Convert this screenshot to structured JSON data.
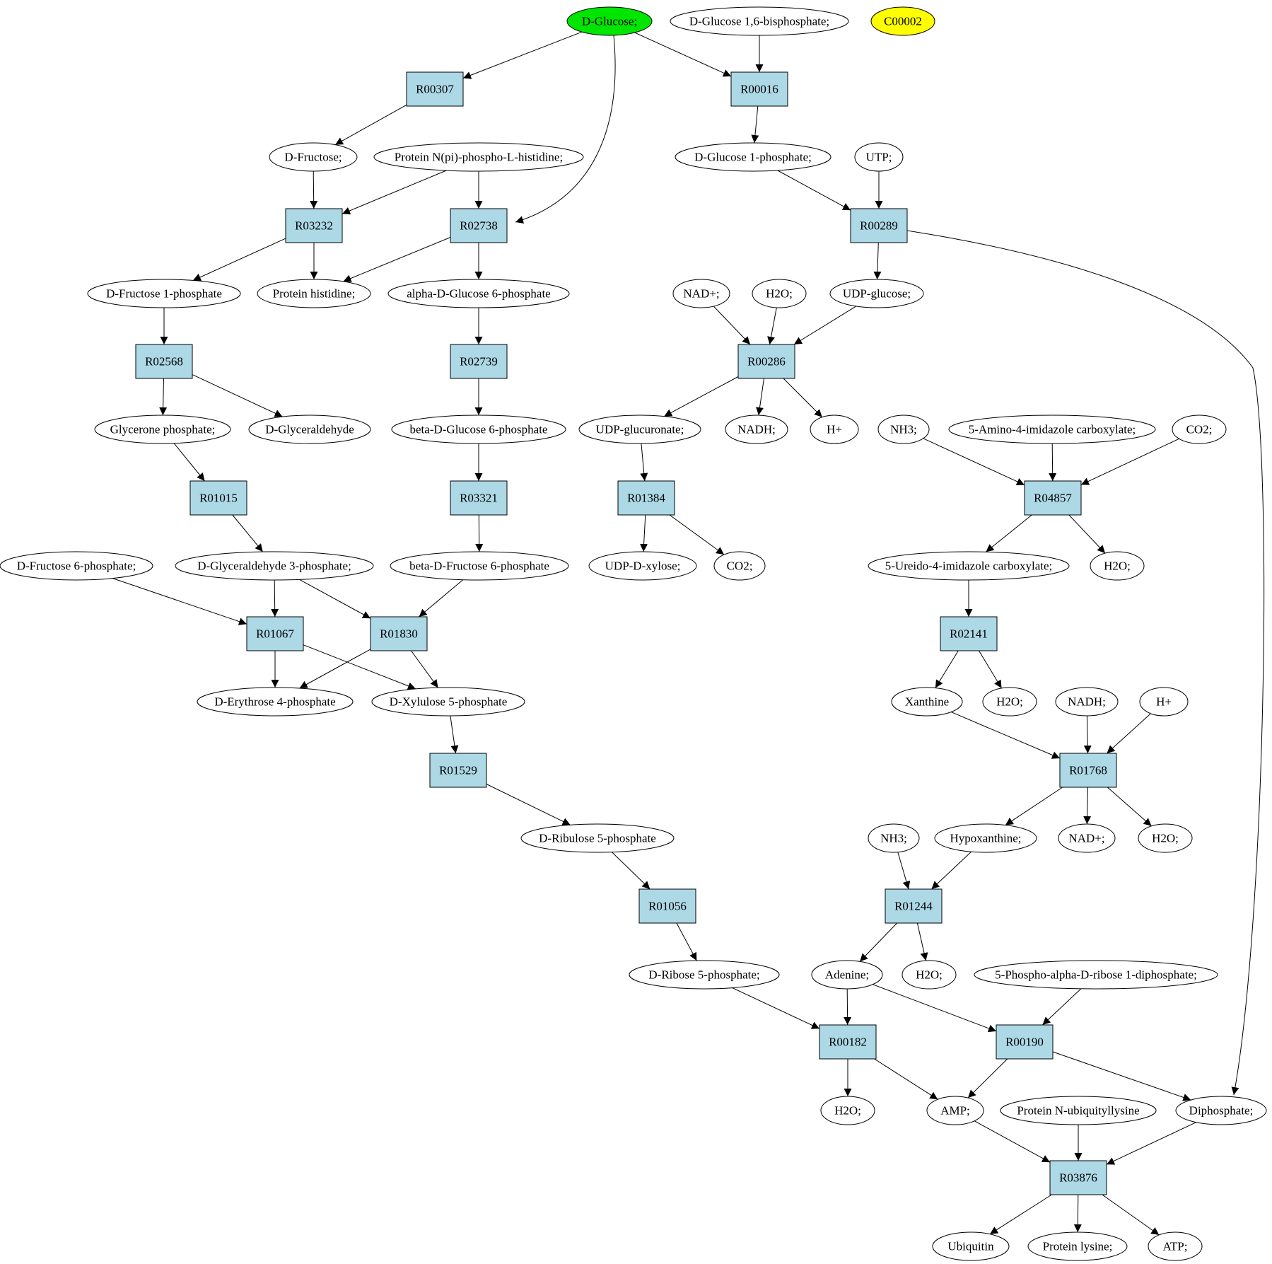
{
  "metabolites": [
    {
      "id": "m_glucose",
      "label": "D-Glucose;",
      "kind": "start"
    },
    {
      "id": "m_g16bp",
      "label": "D-Glucose 1,6-bisphosphate;"
    },
    {
      "id": "m_c00002",
      "label": "C00002",
      "kind": "target"
    },
    {
      "id": "m_fructose",
      "label": "D-Fructose;"
    },
    {
      "id": "m_protnpi",
      "label": "Protein N(pi)-phospho-L-histidine;"
    },
    {
      "id": "m_g1p",
      "label": "D-Glucose 1-phosphate;"
    },
    {
      "id": "m_utp",
      "label": "UTP;"
    },
    {
      "id": "m_f1p",
      "label": "D-Fructose 1-phosphate"
    },
    {
      "id": "m_prothis",
      "label": "Protein histidine;"
    },
    {
      "id": "m_ag6p",
      "label": "alpha-D-Glucose 6-phosphate"
    },
    {
      "id": "m_nad1",
      "label": "NAD+;"
    },
    {
      "id": "m_h2o1",
      "label": "H2O;"
    },
    {
      "id": "m_udpglc",
      "label": "UDP-glucose;"
    },
    {
      "id": "m_glyp",
      "label": "Glycerone phosphate;"
    },
    {
      "id": "m_dglyald",
      "label": "D-Glyceraldehyde"
    },
    {
      "id": "m_bg6p",
      "label": "beta-D-Glucose 6-phosphate"
    },
    {
      "id": "m_udpgluc",
      "label": "UDP-glucuronate;"
    },
    {
      "id": "m_nadh1",
      "label": "NADH;"
    },
    {
      "id": "m_h1",
      "label": "H+"
    },
    {
      "id": "m_nh3a",
      "label": "NH3;"
    },
    {
      "id": "m_aic",
      "label": "5-Amino-4-imidazole carboxylate;"
    },
    {
      "id": "m_co2a",
      "label": "CO2;"
    },
    {
      "id": "m_f6p",
      "label": "D-Fructose 6-phosphate;"
    },
    {
      "id": "m_g3p",
      "label": "D-Glyceraldehyde 3-phosphate;"
    },
    {
      "id": "m_bf6p",
      "label": "beta-D-Fructose 6-phosphate"
    },
    {
      "id": "m_udpxyl",
      "label": "UDP-D-xylose;"
    },
    {
      "id": "m_co2b",
      "label": "CO2;"
    },
    {
      "id": "m_uic",
      "label": "5-Ureido-4-imidazole carboxylate;"
    },
    {
      "id": "m_h2o2",
      "label": "H2O;"
    },
    {
      "id": "m_e4p",
      "label": "D-Erythrose 4-phosphate"
    },
    {
      "id": "m_x5p",
      "label": "D-Xylulose 5-phosphate"
    },
    {
      "id": "m_xanth",
      "label": "Xanthine"
    },
    {
      "id": "m_h2o3",
      "label": "H2O;"
    },
    {
      "id": "m_nadh2",
      "label": "NADH;"
    },
    {
      "id": "m_h2",
      "label": "H+"
    },
    {
      "id": "m_ru5p",
      "label": "D-Ribulose 5-phosphate"
    },
    {
      "id": "m_nh3b",
      "label": "NH3;"
    },
    {
      "id": "m_hypox",
      "label": "Hypoxanthine;"
    },
    {
      "id": "m_nad2",
      "label": "NAD+;"
    },
    {
      "id": "m_h2o4",
      "label": "H2O;"
    },
    {
      "id": "m_r5p",
      "label": "D-Ribose 5-phosphate;"
    },
    {
      "id": "m_aden",
      "label": "Adenine;"
    },
    {
      "id": "m_h2o5",
      "label": "H2O;"
    },
    {
      "id": "m_prpp",
      "label": "5-Phospho-alpha-D-ribose 1-diphosphate;"
    },
    {
      "id": "m_h2o6",
      "label": "H2O;"
    },
    {
      "id": "m_amp",
      "label": "AMP;"
    },
    {
      "id": "m_protnub",
      "label": "Protein N-ubiquityllysine"
    },
    {
      "id": "m_dip",
      "label": "Diphosphate;"
    },
    {
      "id": "m_ubiq",
      "label": "Ubiquitin"
    },
    {
      "id": "m_protlys",
      "label": "Protein lysine;"
    },
    {
      "id": "m_atp",
      "label": "ATP;"
    }
  ],
  "reactions": [
    {
      "id": "r_R00307",
      "label": "R00307"
    },
    {
      "id": "r_R00016",
      "label": "R00016"
    },
    {
      "id": "r_R03232",
      "label": "R03232"
    },
    {
      "id": "r_R02738",
      "label": "R02738"
    },
    {
      "id": "r_R00289",
      "label": "R00289"
    },
    {
      "id": "r_R02568",
      "label": "R02568"
    },
    {
      "id": "r_R02739",
      "label": "R02739"
    },
    {
      "id": "r_R00286",
      "label": "R00286"
    },
    {
      "id": "r_R01015",
      "label": "R01015"
    },
    {
      "id": "r_R03321",
      "label": "R03321"
    },
    {
      "id": "r_R01384",
      "label": "R01384"
    },
    {
      "id": "r_R04857",
      "label": "R04857"
    },
    {
      "id": "r_R01067",
      "label": "R01067"
    },
    {
      "id": "r_R01830",
      "label": "R01830"
    },
    {
      "id": "r_R02141",
      "label": "R02141"
    },
    {
      "id": "r_R01529",
      "label": "R01529"
    },
    {
      "id": "r_R01768",
      "label": "R01768"
    },
    {
      "id": "r_R01056",
      "label": "R01056"
    },
    {
      "id": "r_R01244",
      "label": "R01244"
    },
    {
      "id": "r_R00182",
      "label": "R00182"
    },
    {
      "id": "r_R00190",
      "label": "R00190"
    },
    {
      "id": "r_R03876",
      "label": "R03876"
    }
  ],
  "edges": [
    [
      "m_glucose",
      "r_R00307"
    ],
    [
      "m_glucose",
      "r_R00016"
    ],
    [
      "m_glucose",
      "r_R02738"
    ],
    [
      "m_g16bp",
      "r_R00016"
    ],
    [
      "r_R00307",
      "m_fructose"
    ],
    [
      "r_R00016",
      "m_g1p"
    ],
    [
      "m_fructose",
      "r_R03232"
    ],
    [
      "m_protnpi",
      "r_R03232"
    ],
    [
      "m_protnpi",
      "r_R02738"
    ],
    [
      "m_g1p",
      "r_R00289"
    ],
    [
      "m_utp",
      "r_R00289"
    ],
    [
      "r_R03232",
      "m_f1p"
    ],
    [
      "r_R03232",
      "m_prothis"
    ],
    [
      "r_R02738",
      "m_prothis"
    ],
    [
      "r_R02738",
      "m_ag6p"
    ],
    [
      "r_R00289",
      "m_udpglc"
    ],
    [
      "r_R00289",
      "m_dip"
    ],
    [
      "m_f1p",
      "r_R02568"
    ],
    [
      "m_ag6p",
      "r_R02739"
    ],
    [
      "m_nad1",
      "r_R00286"
    ],
    [
      "m_h2o1",
      "r_R00286"
    ],
    [
      "m_udpglc",
      "r_R00286"
    ],
    [
      "r_R02568",
      "m_glyp"
    ],
    [
      "r_R02568",
      "m_dglyald"
    ],
    [
      "r_R02739",
      "m_bg6p"
    ],
    [
      "r_R00286",
      "m_udpgluc"
    ],
    [
      "r_R00286",
      "m_nadh1"
    ],
    [
      "r_R00286",
      "m_h1"
    ],
    [
      "m_glyp",
      "r_R01015"
    ],
    [
      "m_bg6p",
      "r_R03321"
    ],
    [
      "m_udpgluc",
      "r_R01384"
    ],
    [
      "m_nh3a",
      "r_R04857"
    ],
    [
      "m_aic",
      "r_R04857"
    ],
    [
      "m_co2a",
      "r_R04857"
    ],
    [
      "r_R01015",
      "m_g3p"
    ],
    [
      "r_R03321",
      "m_bf6p"
    ],
    [
      "r_R01384",
      "m_udpxyl"
    ],
    [
      "r_R01384",
      "m_co2b"
    ],
    [
      "r_R04857",
      "m_uic"
    ],
    [
      "r_R04857",
      "m_h2o2"
    ],
    [
      "m_f6p",
      "r_R01067"
    ],
    [
      "m_g3p",
      "r_R01067"
    ],
    [
      "m_g3p",
      "r_R01830"
    ],
    [
      "m_bf6p",
      "r_R01830"
    ],
    [
      "m_uic",
      "r_R02141"
    ],
    [
      "r_R01067",
      "m_e4p"
    ],
    [
      "r_R01067",
      "m_x5p"
    ],
    [
      "r_R01830",
      "m_e4p"
    ],
    [
      "r_R01830",
      "m_x5p"
    ],
    [
      "r_R02141",
      "m_xanth"
    ],
    [
      "r_R02141",
      "m_h2o3"
    ],
    [
      "m_x5p",
      "r_R01529"
    ],
    [
      "m_xanth",
      "r_R01768"
    ],
    [
      "m_nadh2",
      "r_R01768"
    ],
    [
      "m_h2",
      "r_R01768"
    ],
    [
      "r_R01529",
      "m_ru5p"
    ],
    [
      "r_R01768",
      "m_hypox"
    ],
    [
      "r_R01768",
      "m_nad2"
    ],
    [
      "r_R01768",
      "m_h2o4"
    ],
    [
      "m_ru5p",
      "r_R01056"
    ],
    [
      "m_nh3b",
      "r_R01244"
    ],
    [
      "m_hypox",
      "r_R01244"
    ],
    [
      "r_R01056",
      "m_r5p"
    ],
    [
      "r_R01244",
      "m_aden"
    ],
    [
      "r_R01244",
      "m_h2o5"
    ],
    [
      "m_r5p",
      "r_R00182"
    ],
    [
      "m_aden",
      "r_R00182"
    ],
    [
      "m_aden",
      "r_R00190"
    ],
    [
      "m_prpp",
      "r_R00190"
    ],
    [
      "r_R00182",
      "m_h2o6"
    ],
    [
      "r_R00182",
      "m_amp"
    ],
    [
      "r_R00190",
      "m_amp"
    ],
    [
      "r_R00190",
      "m_dip"
    ],
    [
      "m_amp",
      "r_R03876"
    ],
    [
      "m_protnub",
      "r_R03876"
    ],
    [
      "m_dip",
      "r_R03876"
    ],
    [
      "r_R03876",
      "m_ubiq"
    ],
    [
      "r_R03876",
      "m_protlys"
    ],
    [
      "r_R03876",
      "m_atp"
    ]
  ]
}
